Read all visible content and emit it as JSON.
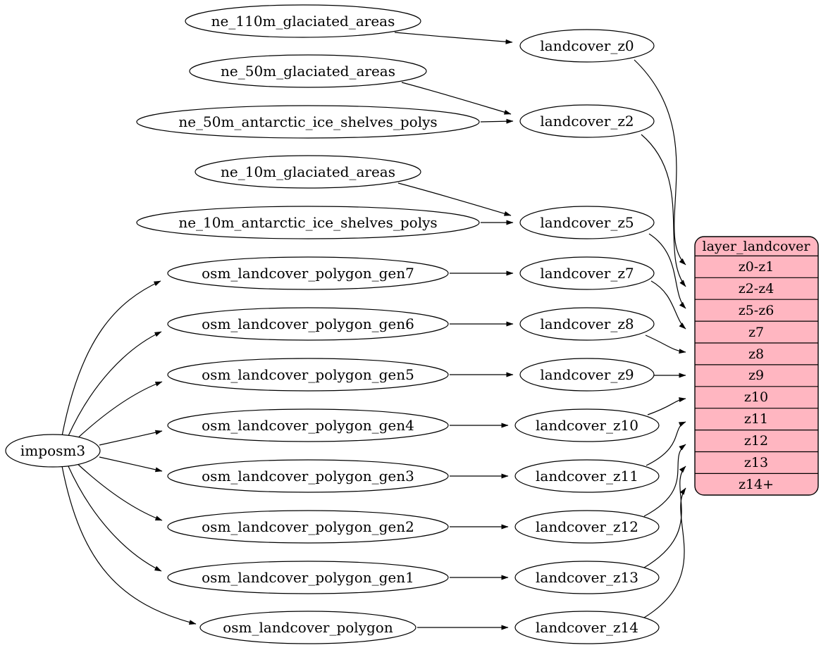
{
  "nodes": {
    "imposm3": {
      "label": "imposm3"
    },
    "ne_110m_glaciated_areas": {
      "label": "ne_110m_glaciated_areas"
    },
    "ne_50m_glaciated_areas": {
      "label": "ne_50m_glaciated_areas"
    },
    "ne_50m_antarctic_ice_shelves_polys": {
      "label": "ne_50m_antarctic_ice_shelves_polys"
    },
    "ne_10m_glaciated_areas": {
      "label": "ne_10m_glaciated_areas"
    },
    "ne_10m_antarctic_ice_shelves_polys": {
      "label": "ne_10m_antarctic_ice_shelves_polys"
    },
    "osm_landcover_polygon_gen7": {
      "label": "osm_landcover_polygon_gen7"
    },
    "osm_landcover_polygon_gen6": {
      "label": "osm_landcover_polygon_gen6"
    },
    "osm_landcover_polygon_gen5": {
      "label": "osm_landcover_polygon_gen5"
    },
    "osm_landcover_polygon_gen4": {
      "label": "osm_landcover_polygon_gen4"
    },
    "osm_landcover_polygon_gen3": {
      "label": "osm_landcover_polygon_gen3"
    },
    "osm_landcover_polygon_gen2": {
      "label": "osm_landcover_polygon_gen2"
    },
    "osm_landcover_polygon_gen1": {
      "label": "osm_landcover_polygon_gen1"
    },
    "osm_landcover_polygon": {
      "label": "osm_landcover_polygon"
    },
    "landcover_z0": {
      "label": "landcover_z0"
    },
    "landcover_z2": {
      "label": "landcover_z2"
    },
    "landcover_z5": {
      "label": "landcover_z5"
    },
    "landcover_z7": {
      "label": "landcover_z7"
    },
    "landcover_z8": {
      "label": "landcover_z8"
    },
    "landcover_z9": {
      "label": "landcover_z9"
    },
    "landcover_z10": {
      "label": "landcover_z10"
    },
    "landcover_z11": {
      "label": "landcover_z11"
    },
    "landcover_z12": {
      "label": "landcover_z12"
    },
    "landcover_z13": {
      "label": "landcover_z13"
    },
    "landcover_z14": {
      "label": "landcover_z14"
    }
  },
  "record": {
    "title": "layer_landcover",
    "rows": [
      "z0-z1",
      "z2-z4",
      "z5-z6",
      "z7",
      "z8",
      "z9",
      "z10",
      "z11",
      "z12",
      "z13",
      "z14+"
    ]
  },
  "edges": [
    {
      "from": "ne_110m_glaciated_areas",
      "to": "landcover_z0"
    },
    {
      "from": "ne_50m_glaciated_areas",
      "to": "landcover_z2"
    },
    {
      "from": "ne_50m_antarctic_ice_shelves_polys",
      "to": "landcover_z2"
    },
    {
      "from": "ne_10m_glaciated_areas",
      "to": "landcover_z5"
    },
    {
      "from": "ne_10m_antarctic_ice_shelves_polys",
      "to": "landcover_z5"
    },
    {
      "from": "osm_landcover_polygon_gen7",
      "to": "landcover_z7"
    },
    {
      "from": "osm_landcover_polygon_gen6",
      "to": "landcover_z8"
    },
    {
      "from": "osm_landcover_polygon_gen5",
      "to": "landcover_z9"
    },
    {
      "from": "osm_landcover_polygon_gen4",
      "to": "landcover_z10"
    },
    {
      "from": "osm_landcover_polygon_gen3",
      "to": "landcover_z11"
    },
    {
      "from": "osm_landcover_polygon_gen2",
      "to": "landcover_z12"
    },
    {
      "from": "osm_landcover_polygon_gen1",
      "to": "landcover_z13"
    },
    {
      "from": "osm_landcover_polygon",
      "to": "landcover_z14"
    },
    {
      "from": "imposm3",
      "to": "osm_landcover_polygon_gen7"
    },
    {
      "from": "imposm3",
      "to": "osm_landcover_polygon_gen6"
    },
    {
      "from": "imposm3",
      "to": "osm_landcover_polygon_gen5"
    },
    {
      "from": "imposm3",
      "to": "osm_landcover_polygon_gen4"
    },
    {
      "from": "imposm3",
      "to": "osm_landcover_polygon_gen3"
    },
    {
      "from": "imposm3",
      "to": "osm_landcover_polygon_gen2"
    },
    {
      "from": "imposm3",
      "to": "osm_landcover_polygon_gen1"
    },
    {
      "from": "imposm3",
      "to": "osm_landcover_polygon"
    },
    {
      "from": "landcover_z0",
      "to": "layer_landcover:z0-z1"
    },
    {
      "from": "landcover_z2",
      "to": "layer_landcover:z2-z4"
    },
    {
      "from": "landcover_z5",
      "to": "layer_landcover:z5-z6"
    },
    {
      "from": "landcover_z7",
      "to": "layer_landcover:z7"
    },
    {
      "from": "landcover_z8",
      "to": "layer_landcover:z8"
    },
    {
      "from": "landcover_z9",
      "to": "layer_landcover:z9"
    },
    {
      "from": "landcover_z10",
      "to": "layer_landcover:z10"
    },
    {
      "from": "landcover_z11",
      "to": "layer_landcover:z11"
    },
    {
      "from": "landcover_z12",
      "to": "layer_landcover:z12"
    },
    {
      "from": "landcover_z13",
      "to": "layer_landcover:z13"
    },
    {
      "from": "landcover_z14",
      "to": "layer_landcover:z14+"
    }
  ],
  "colors": {
    "record_fill": "#ffb6c1",
    "node_fill": "#ffffff",
    "stroke": "#000000",
    "background": "#ffffff"
  }
}
